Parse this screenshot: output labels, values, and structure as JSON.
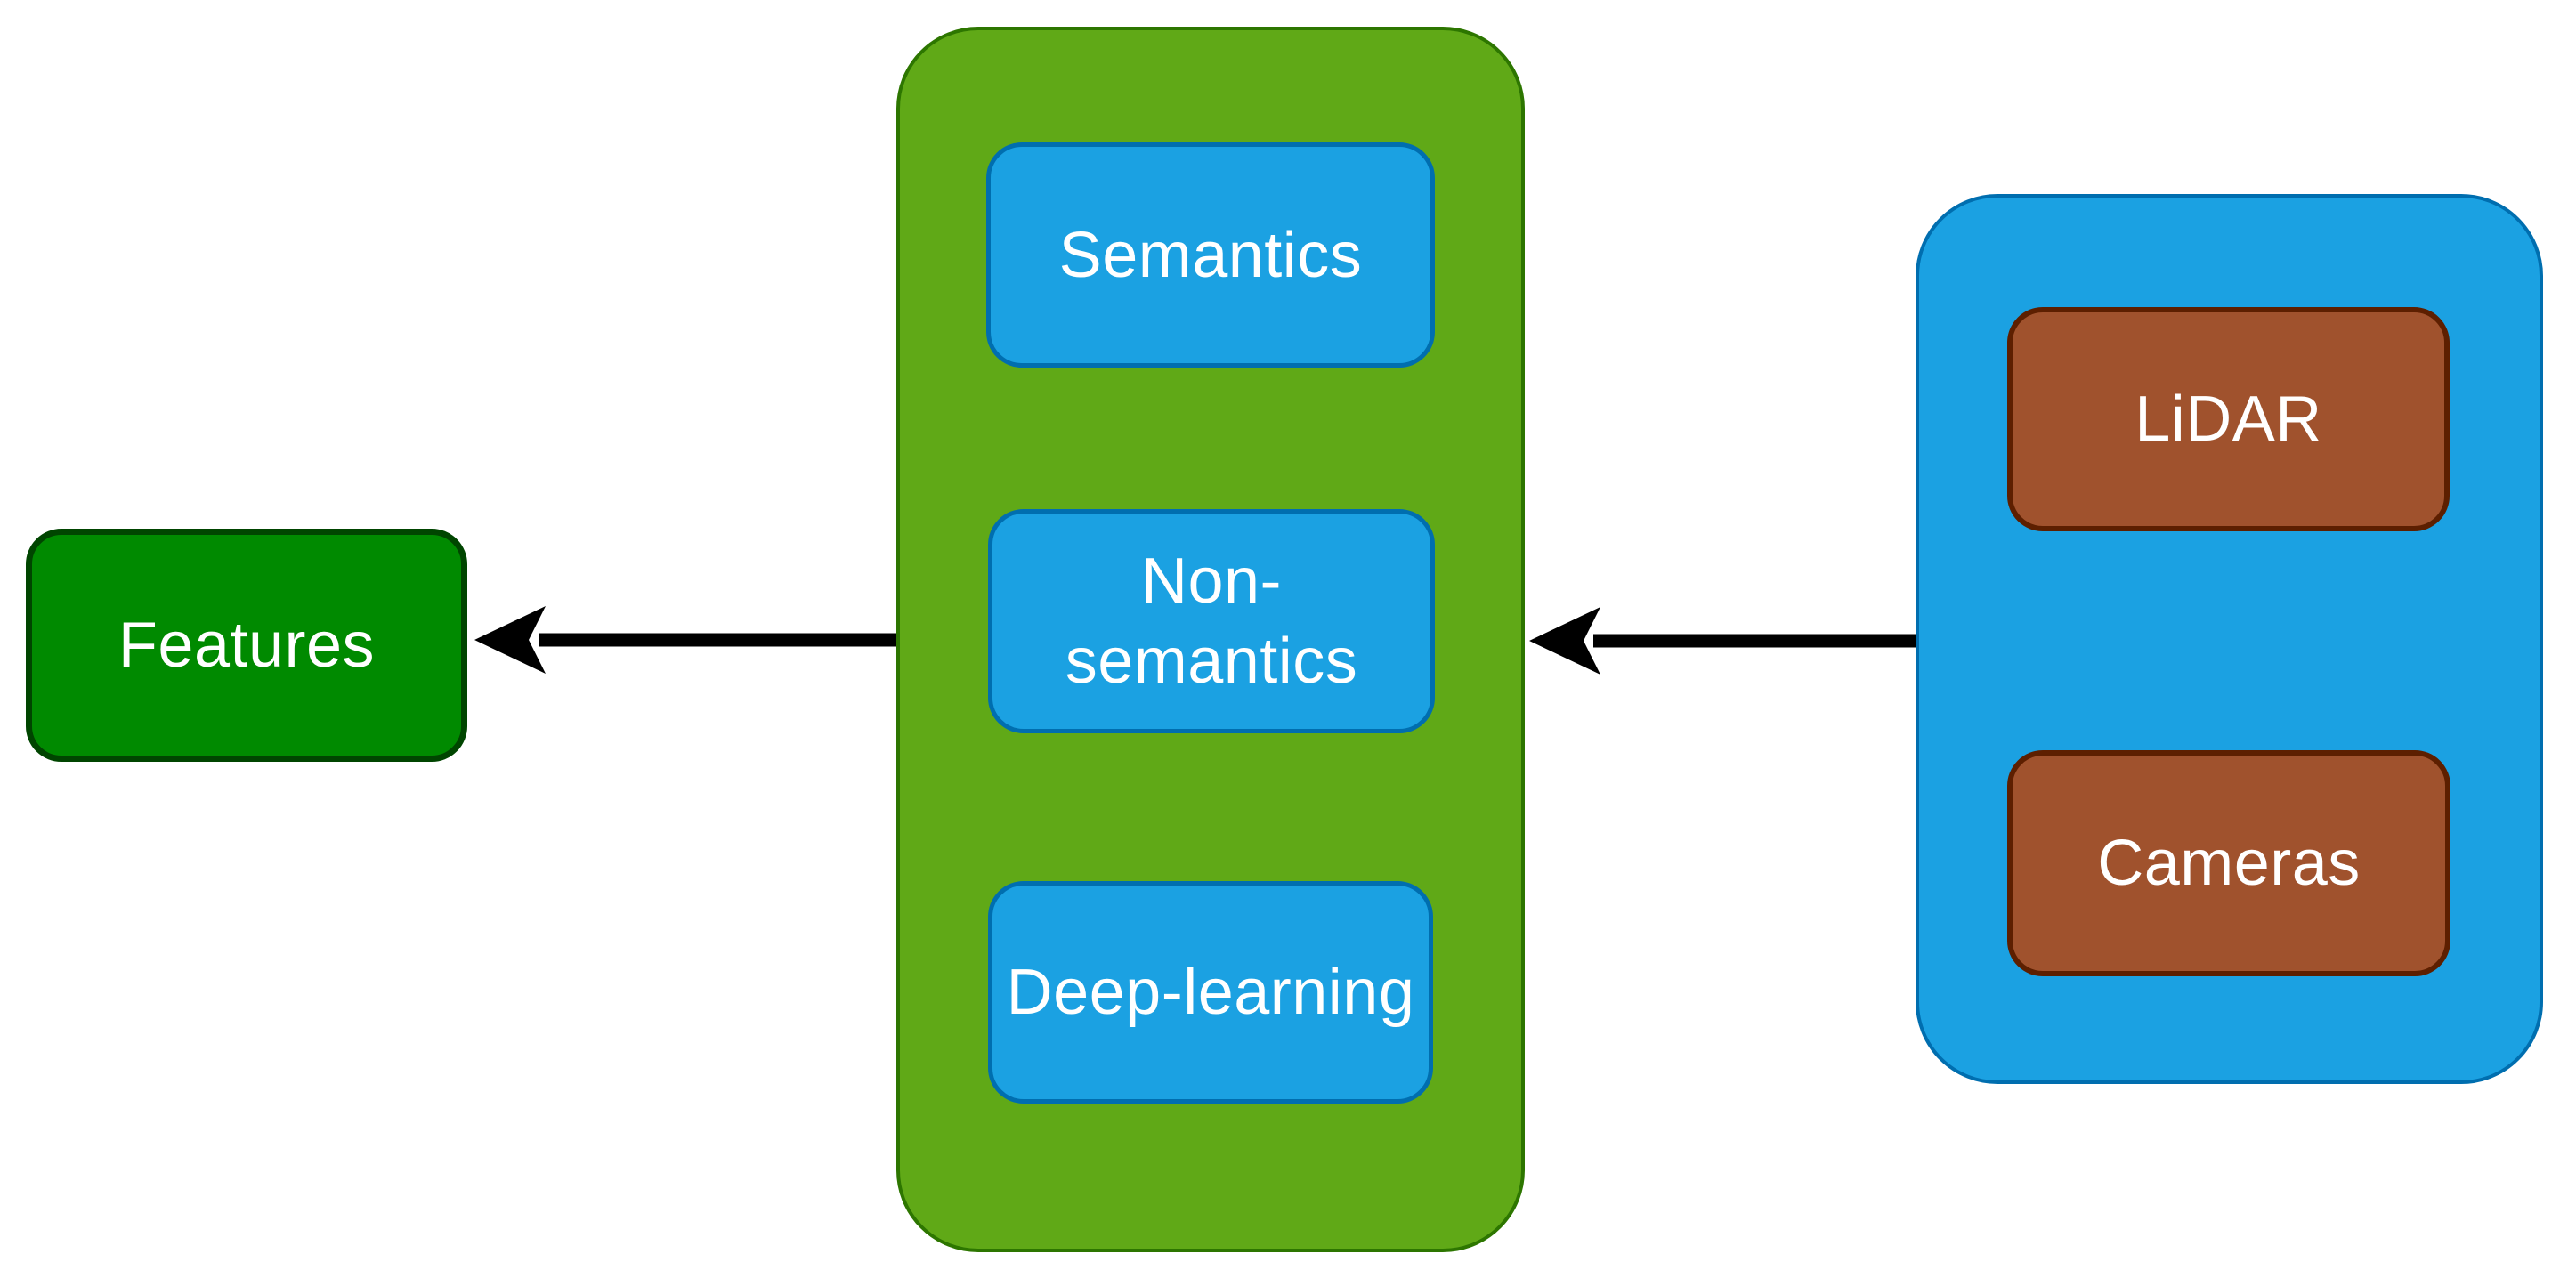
{
  "diagram": {
    "background_color": "#ffffff",
    "text_color": "#ffffff",
    "arrow_color": "#000000",
    "containers": {
      "pipeline": {
        "fill": "#60A917",
        "stroke": "#2D7600",
        "children": [
          "Semantics",
          "Non-semantics",
          "Deep-learning"
        ]
      },
      "sensors": {
        "fill": "#1BA1E2",
        "stroke": "#006EAF",
        "children": [
          "LiDAR",
          "Cameras"
        ]
      }
    },
    "nodes": {
      "features": {
        "label": "Features",
        "fill": "#008A00",
        "stroke": "#004500",
        "text_color": "#ffffff"
      },
      "semantics": {
        "label": "Semantics",
        "fill": "#1BA1E2",
        "stroke": "#006EAF",
        "text_color": "#ffffff"
      },
      "non_semantics": {
        "label": "Non-\nsemantics",
        "fill": "#1BA1E2",
        "stroke": "#006EAF",
        "text_color": "#ffffff"
      },
      "deep_learning": {
        "label": "Deep-learning",
        "fill": "#1BA1E2",
        "stroke": "#006EAF",
        "text_color": "#ffffff"
      },
      "lidar": {
        "label": "LiDAR",
        "fill": "#A0522D",
        "stroke": "#5D1F00",
        "text_color": "#ffffff"
      },
      "cameras": {
        "label": "Cameras",
        "fill": "#A0522D",
        "stroke": "#5D1F00",
        "text_color": "#ffffff"
      }
    },
    "edges": [
      {
        "from": "sensors-container",
        "to": "pipeline-container",
        "direction": "left",
        "color": "#000000"
      },
      {
        "from": "pipeline-container",
        "to": "features",
        "direction": "left",
        "color": "#000000"
      }
    ]
  }
}
